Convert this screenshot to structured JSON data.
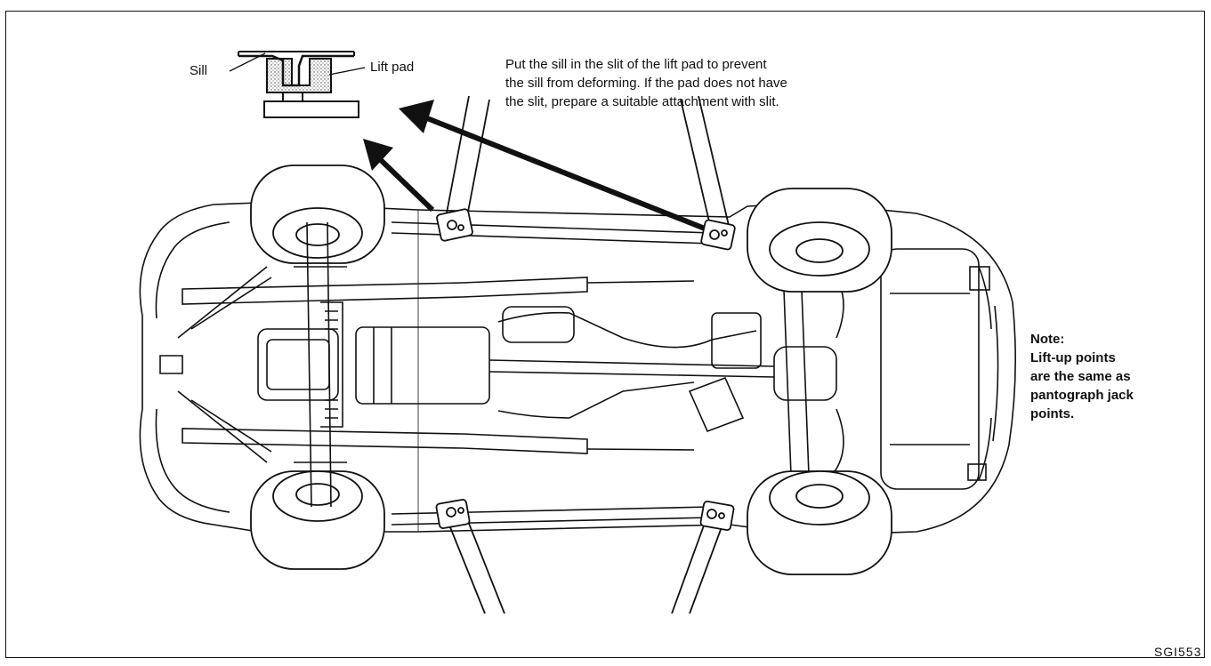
{
  "detail": {
    "sill_label": "Sill",
    "lift_pad_label": "Lift pad"
  },
  "instruction": {
    "line1": "Put the sill in the slit of the lift pad to prevent",
    "line2": "the sill from deforming.  If the pad does not have",
    "line3": "the slit, prepare a suitable attachment with slit."
  },
  "note": {
    "line1": "Note:",
    "line2": "Lift-up points",
    "line3": "are the same as",
    "line4": "pantograph jack",
    "line5": "points."
  },
  "figure_code": "SGI553"
}
